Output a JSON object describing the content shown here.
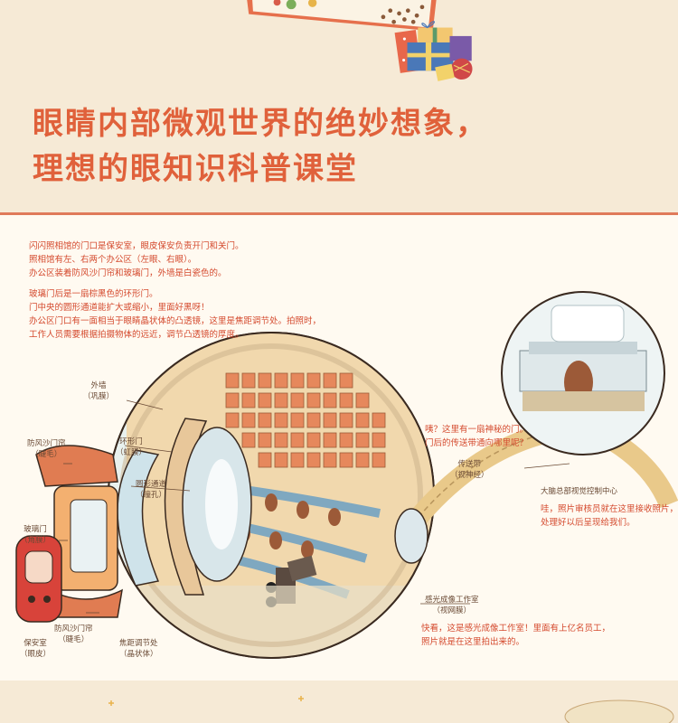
{
  "headline": {
    "line1": "眼睛内部微观世界的绝妙想象，",
    "line2": "理想的眼知识科普课堂"
  },
  "intro": {
    "lines": [
      "闪闪照相馆的门口是保安室，眼皮保安负责开门和关门。",
      "照相馆有左、右两个办公区（左眼、右眼）。",
      "办公区装着防风沙门帘和玻璃门，外墙是白瓷色的。"
    ]
  },
  "intro2": {
    "lines": [
      "玻璃门后是一扇棕黑色的环形门。",
      "门中央的圆形通道能扩大或缩小，里面好黑呀！",
      "办公区门口有一面相当于眼睛晶状体的凸透镜，这里是焦距调节处。拍照时，",
      "工作人员需要根据拍摄物体的远近，调节凸透镜的厚度。"
    ]
  },
  "labels": {
    "outer_wall": [
      "外墙",
      "（巩膜）"
    ],
    "ring_door": [
      "环形门",
      "（虹膜）"
    ],
    "round_channel": [
      "圆形通道",
      "（瞳孔）"
    ],
    "top_curtain": [
      "防风沙门帘",
      "（睫毛）"
    ],
    "glass_door": [
      "玻璃门",
      "（角膜）"
    ],
    "bottom_curtain": [
      "防风沙门帘",
      "（睫毛）"
    ],
    "guard_room": [
      "保安室",
      "（眼皮）"
    ],
    "focus": [
      "焦距调节处",
      "（晶状体）"
    ],
    "conveyor": [
      "传送带",
      "（视神经）"
    ],
    "brain_center": "大脑总部视觉控制中心",
    "studio": [
      "感光成像工作室",
      "（视网膜）"
    ]
  },
  "notes": {
    "door_question": [
      "咦？这里有一扇神秘的门。",
      "门后的传送带通向哪里呢？"
    ],
    "brain_note": [
      "哇，照片审核员就在这里接收照片，",
      "处理好以后呈现给我们。"
    ],
    "studio_note": [
      "快看，这是感光成像工作室！里面有上亿名员工，",
      "照片就是在这里拍出来的。"
    ]
  },
  "colors": {
    "headline": "#e0613b",
    "text_red": "#d44a2e",
    "border": "#e07a5a",
    "eye_outline": "#3a2a20",
    "seat": "#9c5a38",
    "wall": "#f3d9b0",
    "glass": "#cfe3ea"
  }
}
